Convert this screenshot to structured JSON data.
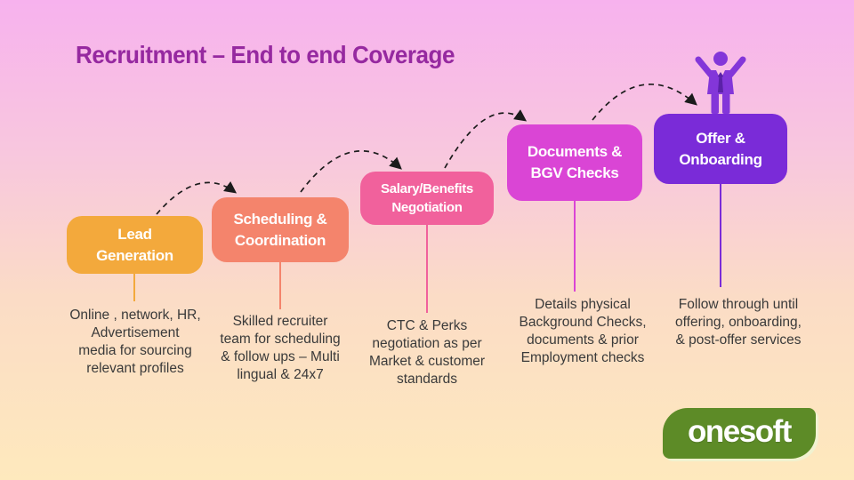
{
  "slide": {
    "title": "Recruitment – End to end Coverage"
  },
  "stages": [
    {
      "label_lines": [
        "Lead",
        "Generation"
      ],
      "desc_lines": [
        "Online , network, HR,",
        "Advertisement",
        "media for sourcing",
        "relevant profiles"
      ],
      "color": "#F3A93C"
    },
    {
      "label_lines": [
        "Scheduling &",
        "Coordination"
      ],
      "desc_lines": [
        "Skilled recruiter",
        "team for scheduling",
        "& follow ups – Multi",
        "lingual & 24x7"
      ],
      "color": "#F4846C"
    },
    {
      "label_lines": [
        "Salary/Benefits",
        "Negotiation"
      ],
      "desc_lines": [
        "CTC & Perks",
        "negotiation as per",
        "Market & customer",
        "standards"
      ],
      "color": "#F1619C"
    },
    {
      "label_lines": [
        "Documents &",
        "BGV Checks"
      ],
      "desc_lines": [
        "Details physical",
        "Background Checks,",
        "documents & prior",
        "Employment checks"
      ],
      "color": "#DA45D5"
    },
    {
      "label_lines": [
        "Offer &",
        "Onboarding"
      ],
      "desc_lines": [
        "Follow through until",
        "offering, onboarding,",
        "& post-offer services"
      ],
      "color": "#7A2BD8"
    }
  ],
  "logo": {
    "text": "onesoft",
    "color": "#5D8B27"
  },
  "icons": {
    "person": "person-celebrating",
    "arrows": "dashed-curved-arrow"
  },
  "colors": {
    "title": "#9629A0",
    "background_top": "#F7B2EE",
    "background_bottom": "#FEE9BD",
    "arrow": "#1C1C1C",
    "description_text": "#3A3A3A",
    "person_body": "#8336D9",
    "person_tie": "#5B21A8"
  }
}
